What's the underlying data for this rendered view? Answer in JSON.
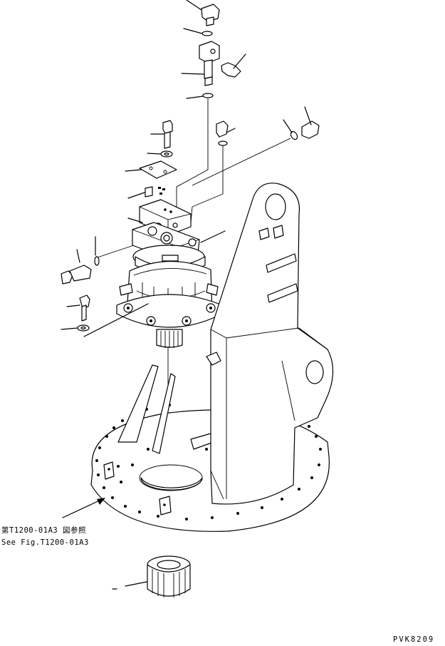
{
  "diagram": {
    "reference_jp": "第T1200-01A3 図参照",
    "reference_en": "See Fig.T1200-01A3",
    "drawing_code": "PVK8209"
  }
}
